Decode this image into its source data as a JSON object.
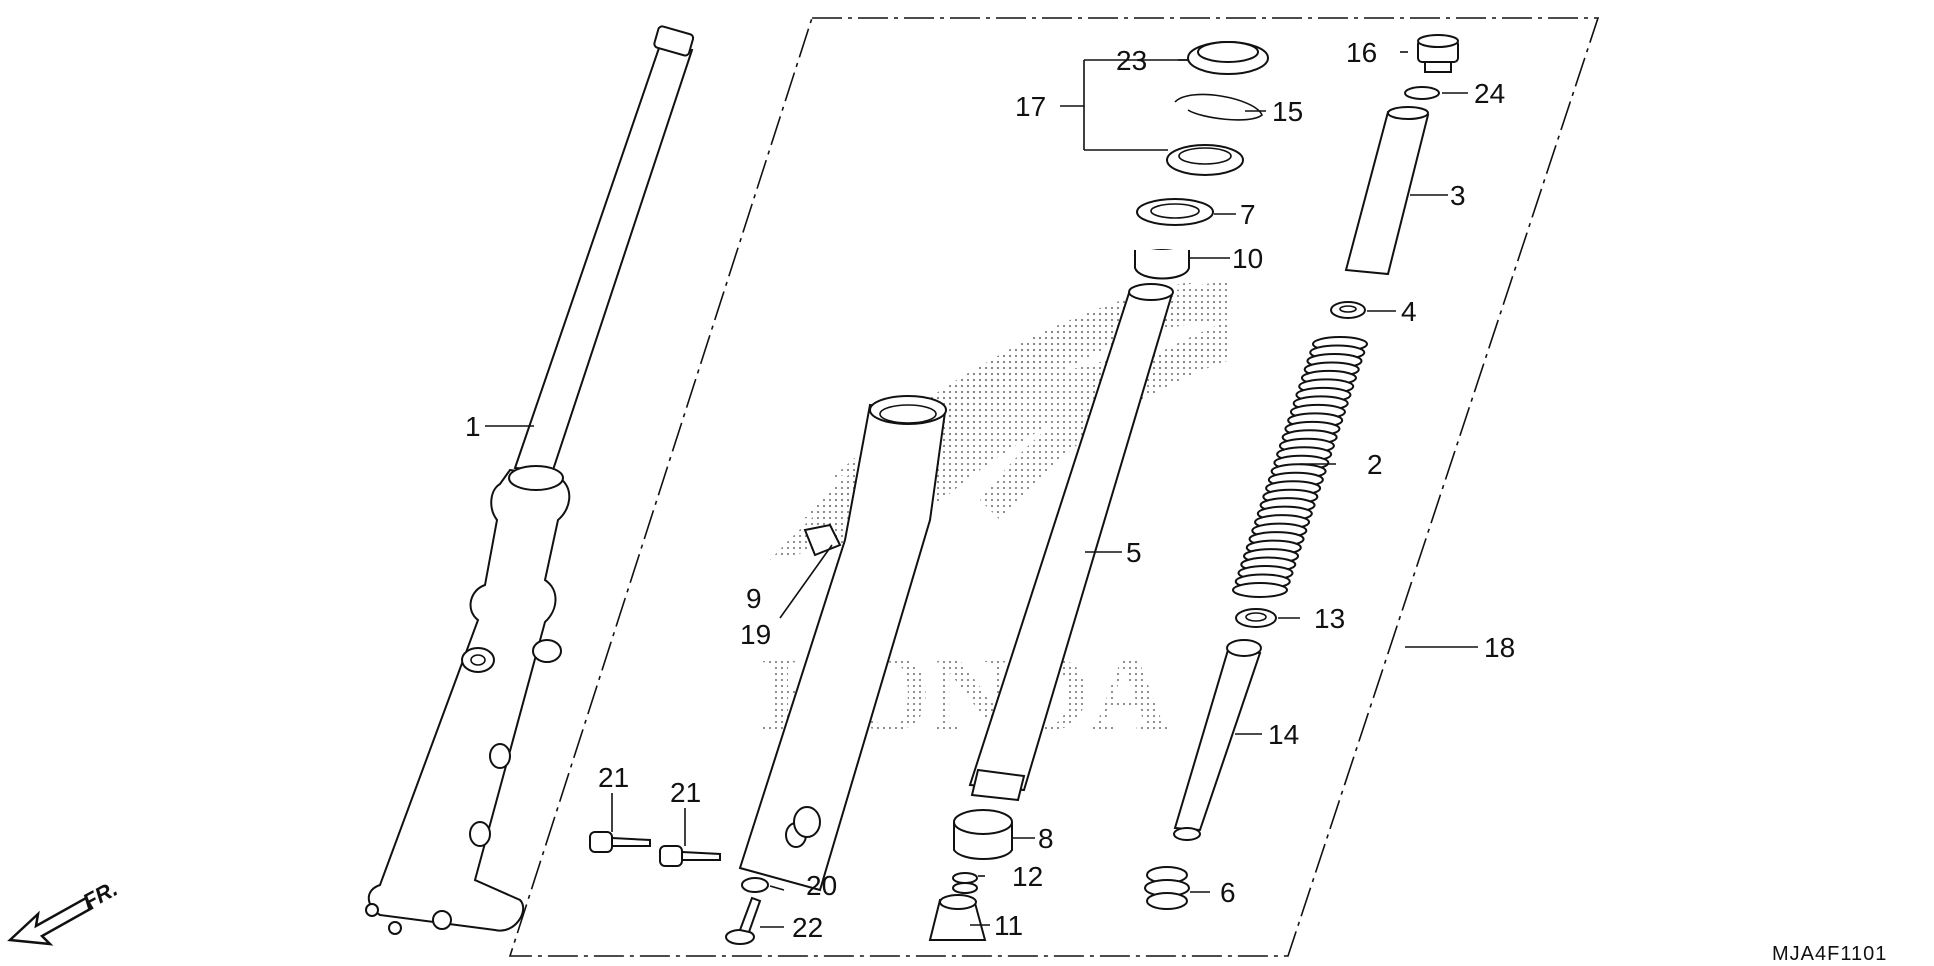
{
  "diagram": {
    "code": "MJA4F1101",
    "front_arrow_label": "FR.",
    "watermark": "HONDA",
    "callouts": {
      "c1": "1",
      "c2": "2",
      "c3": "3",
      "c4": "4",
      "c5": "5",
      "c6": "6",
      "c7": "7",
      "c8": "8",
      "c9": "9",
      "c10": "10",
      "c11": "11",
      "c12": "12",
      "c13": "13",
      "c14": "14",
      "c15": "15",
      "c16": "16",
      "c17": "17",
      "c18": "18",
      "c19": "19",
      "c20": "20",
      "c21a": "21",
      "c21b": "21",
      "c22": "22",
      "c23": "23",
      "c24": "24"
    }
  }
}
